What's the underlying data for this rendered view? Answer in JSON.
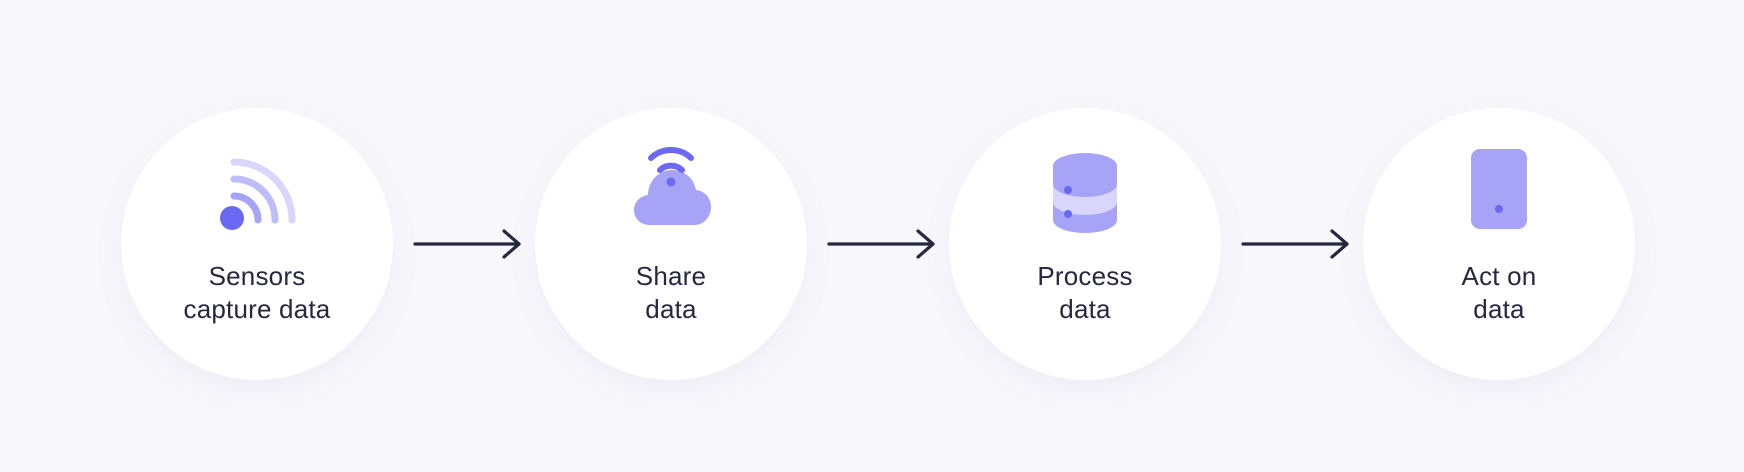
{
  "steps": [
    {
      "line1": "Sensors",
      "line2": "capture data",
      "icon": "wifi-signal-icon"
    },
    {
      "line1": "Share",
      "line2": "data",
      "icon": "cloud-wifi-icon"
    },
    {
      "line1": "Process",
      "line2": "data",
      "icon": "database-icon"
    },
    {
      "line1": "Act on",
      "line2": "data",
      "icon": "smartphone-icon"
    }
  ],
  "colors": {
    "background": "#f8f8fc",
    "circle": "#ffffff",
    "text": "#262840",
    "arrow": "#262840",
    "icon_primary": "#6b68f4",
    "icon_mid": "#a7a4f7",
    "icon_light": "#d8d6fb"
  }
}
